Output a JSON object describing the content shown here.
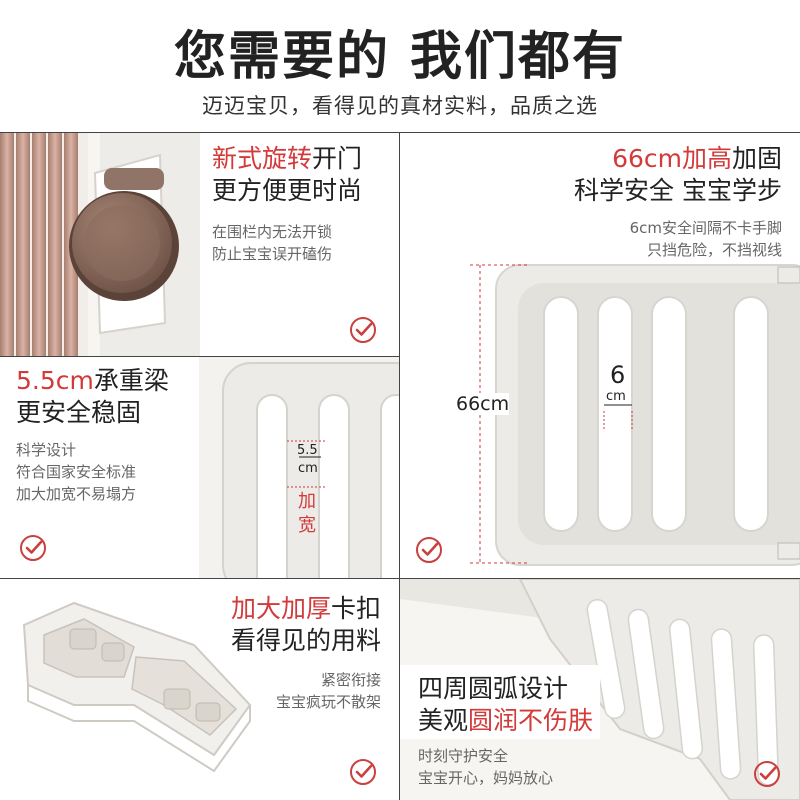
{
  "header": {
    "title": "您需要的 我们都有",
    "subtitle": "迈迈宝贝，看得见的真材实料，品质之选"
  },
  "colors": {
    "accent_red": "#d33a3a",
    "check_red": "#c9403f",
    "gate_white": "#ecebe7",
    "knob_brown": "#8b6d5e"
  },
  "panels": {
    "rotating_door": {
      "title_red": "新式旋转",
      "title_rest": "开门",
      "line2": "更方便更时尚",
      "desc1": "在围栏内无法开锁",
      "desc2": "防止宝宝误开磕伤",
      "icon": "check-circle-icon"
    },
    "height": {
      "title_red": "66cm加高",
      "title_rest": "加固",
      "line2": "科学安全 宝宝学步",
      "desc1": "6cm安全间隔不卡手脚",
      "desc2": "只挡危险，不挡视线",
      "dim_height": "66cm",
      "dim_gap_value": "6",
      "dim_gap_unit": "cm",
      "icon": "check-circle-icon"
    },
    "beam": {
      "title_red": "5.5cm",
      "title_rest": "承重梁",
      "line2": "更安全稳固",
      "desc1": "科学设计",
      "desc2": "符合国家安全标准",
      "desc3": "加大加宽不易塌方",
      "dim_value": "5.5",
      "dim_unit": "cm",
      "dim_note_1": "加",
      "dim_note_2": "宽",
      "icon": "check-circle-icon"
    },
    "buckle": {
      "title_red": "加大加厚",
      "title_rest": "卡扣",
      "line2": "看得见的用料",
      "desc1": "紧密衔接",
      "desc2": "宝宝疯玩不散架",
      "icon": "check-circle-icon"
    },
    "rounded": {
      "line1": "四周圆弧设计",
      "line2_rest": "美观",
      "line2_red": "圆润不伤肤",
      "desc1": "时刻守护安全",
      "desc2": "宝宝开心，妈妈放心",
      "icon": "check-circle-icon"
    }
  }
}
